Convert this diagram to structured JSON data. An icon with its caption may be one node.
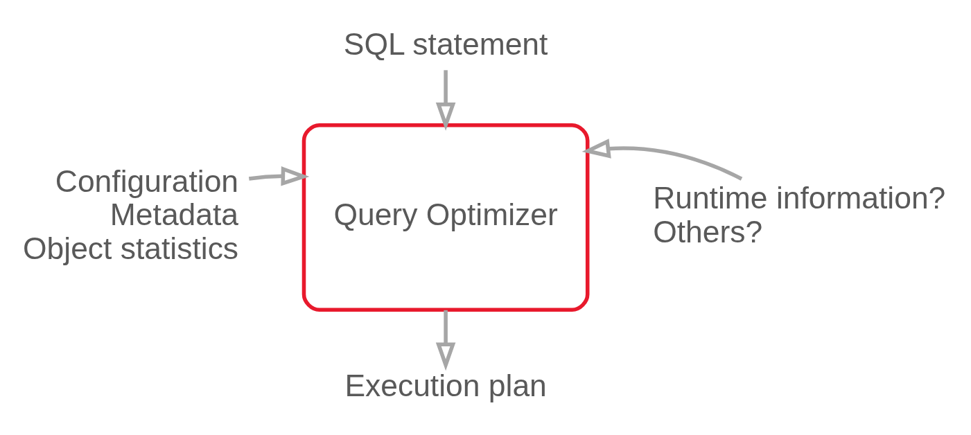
{
  "diagram": {
    "nodes": [
      {
        "text": [
          "SQL statement"
        ]
      },
      {
        "text": [
          "Configuration",
          "Metadata",
          "Object statistics"
        ]
      },
      {
        "text": [
          "Query Optimizer"
        ]
      },
      {
        "text": [
          "Runtime information?",
          "Others?"
        ]
      },
      {
        "text": [
          "Execution plan"
        ]
      }
    ],
    "edges": [
      {
        "from": 0,
        "to": 2,
        "arrow": "to"
      },
      {
        "from": 1,
        "to": 2,
        "arrow": "to"
      },
      {
        "from": 3,
        "to": 2,
        "arrow": "to"
      },
      {
        "from": 2,
        "to": 4,
        "arrow": "to"
      }
    ]
  }
}
